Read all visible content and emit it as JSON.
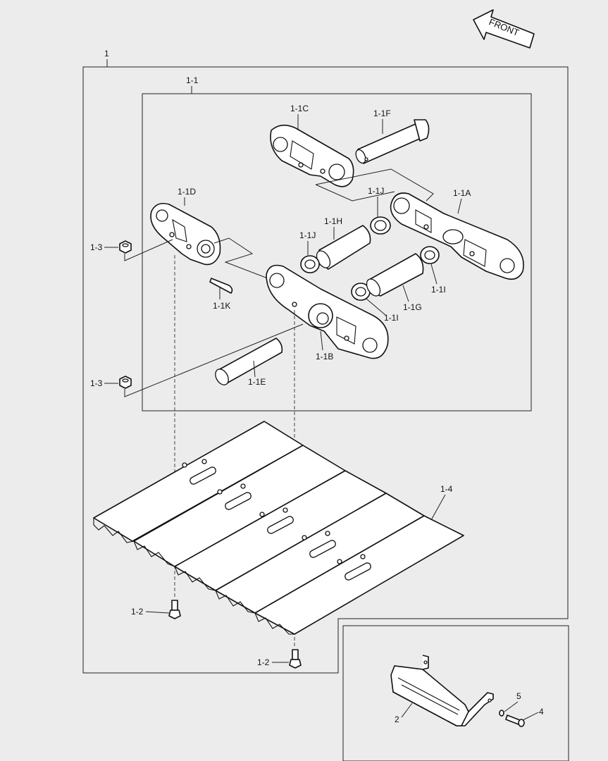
{
  "callouts": {
    "assembly": "1",
    "link_assembly": "1-1",
    "link_c": "1-1C",
    "pin_f": "1-1F",
    "link_d": "1-1D",
    "spacer_j_right": "1-1J",
    "link_a": "1-1A",
    "bushing_h": "1-1H",
    "spacer_j_left": "1-1J",
    "nut_upper": "1-3",
    "pin_k": "1-1K",
    "seal_i_right": "1-1I",
    "seal_i_left": "1-1I",
    "bushing_g": "1-1G",
    "link_b": "1-1B",
    "nut_lower": "1-3",
    "pin_e": "1-1E",
    "shoe": "1-4",
    "bolt_left": "1-2",
    "bolt_right": "1-2",
    "step": "2",
    "washer": "5",
    "bolt_step": "4"
  },
  "front_arrow": {
    "label": "FRONT"
  }
}
